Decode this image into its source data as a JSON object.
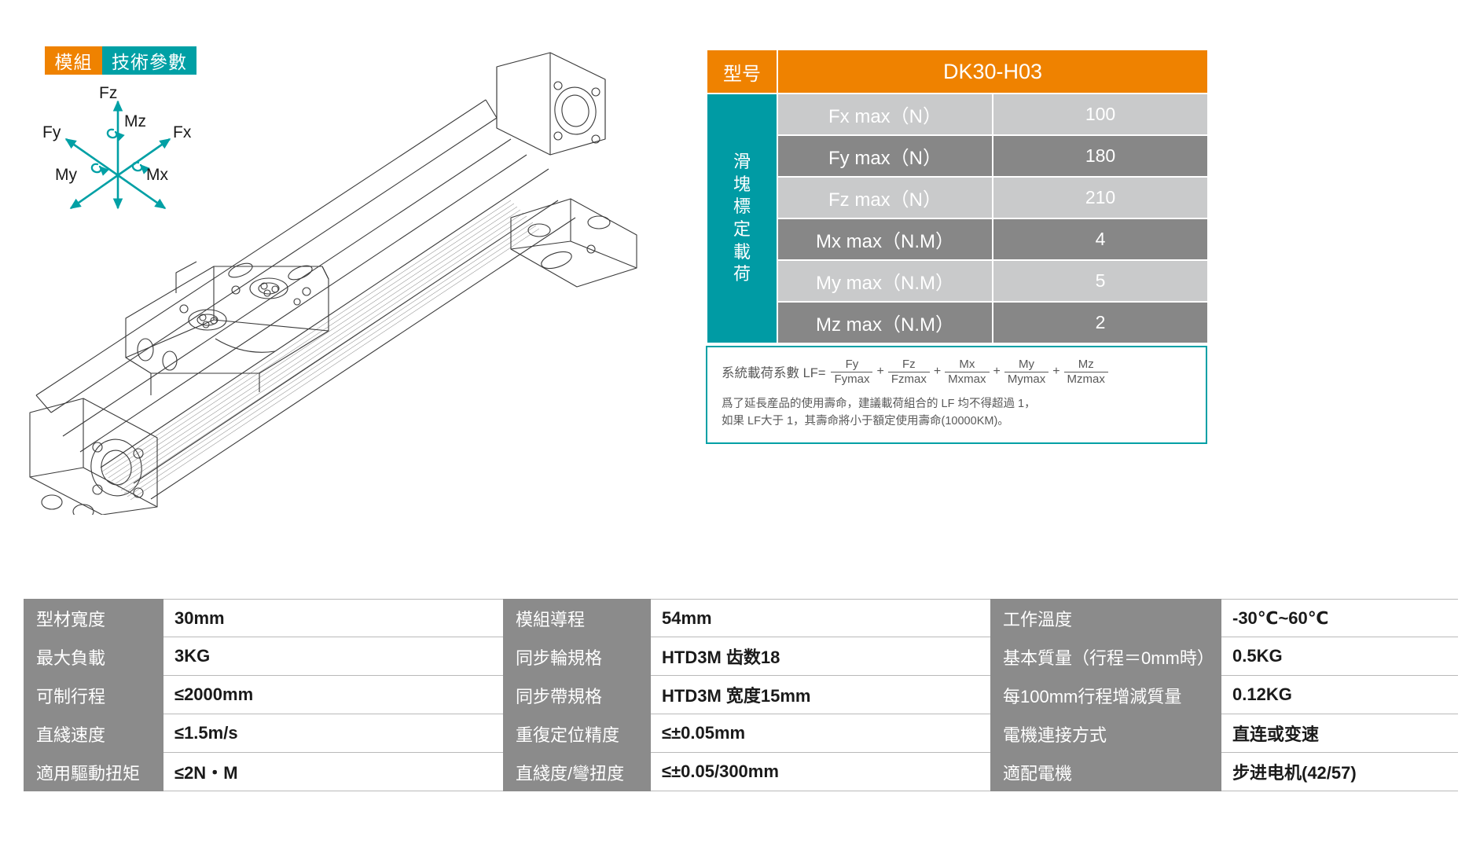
{
  "header": {
    "badge_left": "模組",
    "badge_right": "技術參數",
    "badge_left_color": "#ef8200",
    "badge_right_color": "#00a0a5"
  },
  "force_diagram": {
    "labels": {
      "fz": "Fz",
      "mz": "Mz",
      "fy": "Fy",
      "fx": "Fx",
      "my": "My",
      "mx": "Mx"
    },
    "arrow_color": "#00a0a5"
  },
  "load_table": {
    "model_label": "型号",
    "model_value": "DK30-H03",
    "side_label_chars": [
      "滑",
      "塊",
      "標",
      "定",
      "載",
      "荷"
    ],
    "header_color": "#ef8200",
    "side_color": "#009ba4",
    "row_light_color": "#c9cacb",
    "row_dark_color": "#878787",
    "rows": [
      {
        "param": "Fx max（N）",
        "value": "100",
        "shade": "light"
      },
      {
        "param": "Fy max（N）",
        "value": "180",
        "shade": "dark"
      },
      {
        "param": "Fz max（N）",
        "value": "210",
        "shade": "light"
      },
      {
        "param": "Mx max（N.M）",
        "value": "4",
        "shade": "dark"
      },
      {
        "param": "My max（N.M）",
        "value": "5",
        "shade": "light"
      },
      {
        "param": "Mz max（N.M）",
        "value": "2",
        "shade": "dark"
      }
    ]
  },
  "formula": {
    "border_color": "#00a0a5",
    "lead": "系統載荷系數 LF=",
    "terms": [
      {
        "num": "Fy",
        "den": "Fymax"
      },
      {
        "num": "Fz",
        "den": "Fzmax"
      },
      {
        "num": "Mx",
        "den": "Mxmax"
      },
      {
        "num": "My",
        "den": "Mymax"
      },
      {
        "num": "Mz",
        "den": "Mzmax"
      }
    ],
    "operator": "+",
    "note_line1": "爲了延長産品的使用壽命，建議載荷組合的 LF 均不得超過 1，",
    "note_line2": "如果 LF大于 1，其壽命將小于額定使用壽命(10000KM)。"
  },
  "spec_table": {
    "label_bg": "#8b8b8b",
    "columns": [
      {
        "rows": [
          {
            "label": "型材寬度",
            "value": "30mm"
          },
          {
            "label": "最大負載",
            "value": "3KG"
          },
          {
            "label": "可制行程",
            "value": "≤2000mm"
          },
          {
            "label": "直綫速度",
            "value": "≤1.5m/s"
          },
          {
            "label": "適用驅動扭矩",
            "value": "≤2N・M"
          }
        ]
      },
      {
        "rows": [
          {
            "label": "模組導程",
            "value": "54mm"
          },
          {
            "label": "同步輪規格",
            "value": "HTD3M 齿数18"
          },
          {
            "label": "同步帶規格",
            "value": "HTD3M 宽度15mm"
          },
          {
            "label": "重復定位精度",
            "value": "≤±0.05mm"
          },
          {
            "label": "直綫度/彎扭度",
            "value": "≤±0.05/300mm"
          }
        ]
      },
      {
        "rows": [
          {
            "label": "工作溫度",
            "value": "-30℃~60℃"
          },
          {
            "label": "基本質量（行程＝0mm時）",
            "value": "0.5KG"
          },
          {
            "label": "每100mm行程增減質量",
            "value": "0.12KG"
          },
          {
            "label": "電機連接方式",
            "value": "直连或变速"
          },
          {
            "label": "適配電機",
            "value": "步进电机(42/57)"
          }
        ]
      }
    ]
  }
}
